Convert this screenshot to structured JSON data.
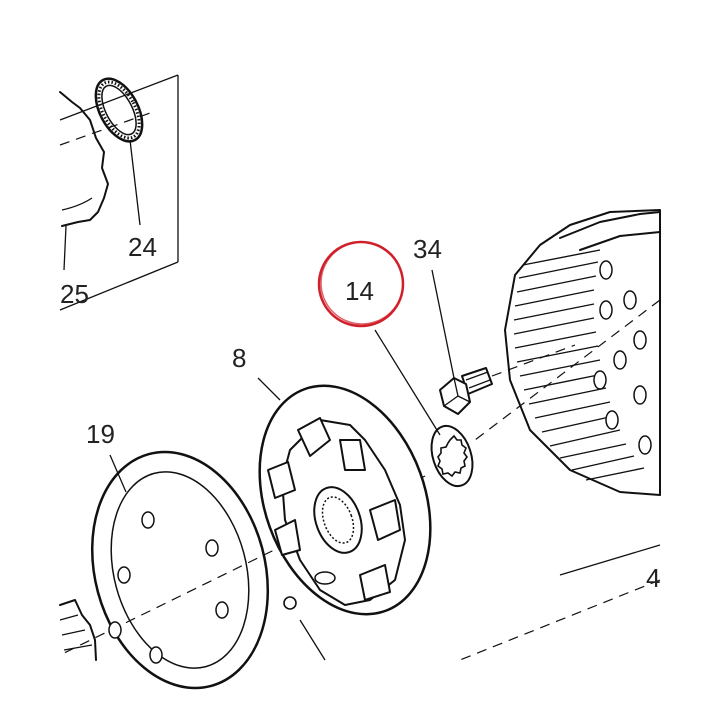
{
  "diagram": {
    "callouts": [
      {
        "id": "part-24",
        "label": "24"
      },
      {
        "id": "part-25",
        "label": "25"
      },
      {
        "id": "part-34",
        "label": "34"
      },
      {
        "id": "part-14",
        "label": "14"
      },
      {
        "id": "part-8",
        "label": "8"
      },
      {
        "id": "part-19",
        "label": "19"
      },
      {
        "id": "part-4",
        "label": "4"
      }
    ],
    "highlight": {
      "target": "14",
      "color": "#d0202a"
    },
    "colors": {
      "ink": "#111111",
      "background": "#ffffff"
    }
  }
}
